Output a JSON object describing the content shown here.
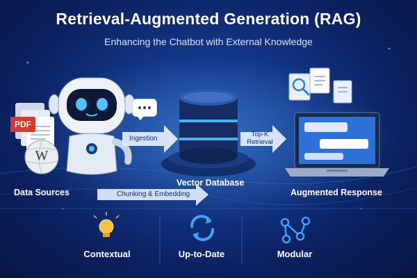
{
  "header": {
    "title": "Retrieval-Augmented Generation (RAG)",
    "subtitle": "Enhancing the Chatbot with External Knowledge"
  },
  "pipeline": {
    "sources_label": "Data Sources",
    "ingestion_label": "Ingestion",
    "chunking_label": "Chunking & Embedding",
    "vector_db_label": "Vector Database",
    "retrieval_label_line1": "Top-K",
    "retrieval_label_line2": "Retrieval",
    "response_label": "Augmented Response",
    "pdf_badge": "PDF",
    "wiki_glyph": "W"
  },
  "features": [
    {
      "label": "Contextual",
      "icon": "lightbulb-icon"
    },
    {
      "label": "Up-to-Date",
      "icon": "refresh-icon"
    },
    {
      "label": "Modular",
      "icon": "network-nodes-icon"
    }
  ],
  "colors": {
    "background": "#123585",
    "accent": "#4fc3ff",
    "arrow": "#e6efff",
    "bulb": "#ffc23a"
  }
}
